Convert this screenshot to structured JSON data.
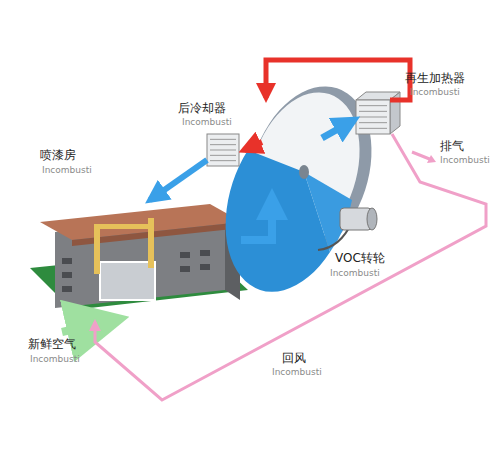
{
  "diagram": {
    "nodes": [
      {
        "text": [
          "喷漆房",
          "Incombusti"
        ]
      },
      {
        "text": [
          "后冷却器",
          "Incombusti"
        ]
      },
      {
        "text": [
          "再生加热器",
          "Incombusti"
        ]
      },
      {
        "text": [
          "VOC转轮",
          "Incombusti"
        ]
      }
    ],
    "edges": [
      {
        "from": 2,
        "to": 3,
        "arrow": "to"
      },
      {
        "from": 3,
        "to": 1,
        "arrow": "to"
      },
      {
        "from": 1,
        "to": 0,
        "arrow": "to"
      },
      {
        "from": 0,
        "to": 3,
        "arrow": "to"
      },
      {
        "from": 3,
        "to": 2,
        "arrow": "to"
      },
      {
        "from": 2,
        "to": 0,
        "arrow": "to"
      }
    ],
    "labels": [
      "排气",
      "Incombusti",
      "回风",
      "Incombusti",
      "新鲜空气",
      "Incombusti"
    ]
  }
}
